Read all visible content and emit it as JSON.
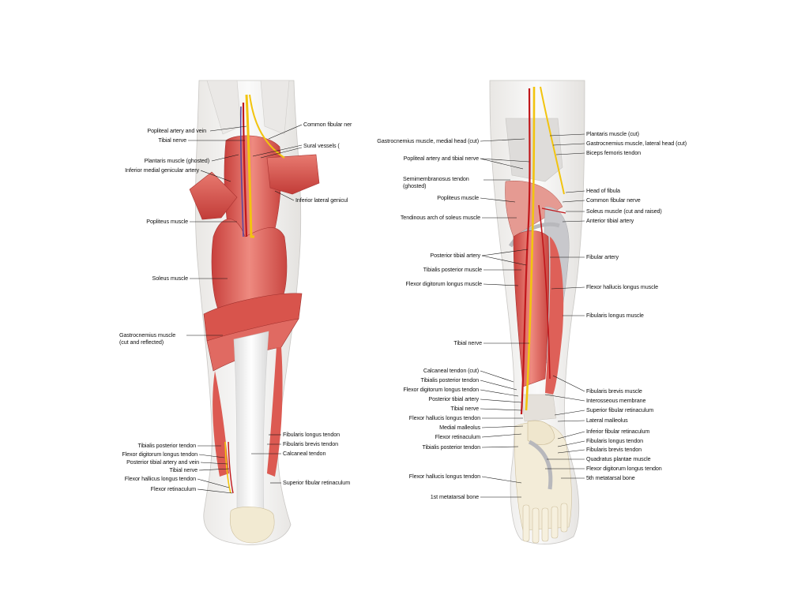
{
  "left_panel": {
    "labels_left": [
      "Popliteal artery and vein",
      "Tibial nerve",
      "Plantaris muscle (ghosted)",
      "Inferior medial genicular artery",
      "Popliteus muscle",
      "Soleus muscle",
      "Gastrocnemius muscle",
      "(cut and reflected)",
      "Tibialis posterior tendon",
      "Flexor digitorum longus tendon",
      "Posterior tibial artery and vein",
      "Tibial nerve",
      "Flexor hallicus longus tendon",
      "Flexor retinaculum"
    ],
    "labels_right": [
      "Common fibular ner",
      "Sural vessels (",
      "Inferior lateral genicul",
      "Fibularis longus tendon",
      "Fibularis brevis tendon",
      "Calcaneal tendon",
      "Superior fibular retinaculum"
    ]
  },
  "right_panel": {
    "labels_left": [
      "Gastrocnemius muscle, medial head (cut)",
      "Popliteal artery and tibial nerve",
      "Semimembranosus tendon",
      "(ghosted)",
      "Popliteus muscle",
      "Tendinous arch of soleus muscle",
      "Posterior tibial artery",
      "Tibialis posterior muscle",
      "Flexor digitorum longus muscle",
      "Tibial nerve",
      "Calcaneal tendon (cut)",
      "Tibialis posterior tendon",
      "Flexor digitorum longus tendon",
      "Posterior tibial artery",
      "Tibial nerve",
      "Flexor hallucis longus tendon",
      "Medial malleolus",
      "Flexor retinaculum",
      "Tibialis posterior tendon",
      "Flexor hallucis longus tendon",
      "1st metatarsal bone"
    ],
    "labels_right": [
      "Plantaris muscle (cut)",
      "Gastrocnemius muscle, lateral head (cut)",
      "Biceps femoris tendon",
      "Head of fibula",
      "Common fibular nerve",
      "Soleus muscle (cut and raised)",
      "Anterior tibial artery",
      "Fibular artery",
      "Flexor hallucis longus muscle",
      "Fibularis longus muscle",
      "Fibularis brevis muscle",
      "Interosseous membrane",
      "Superior fibular retinaculum",
      "Lateral malleolus",
      "Inferior fibular retinaculum",
      "Fibularis longus tendon",
      "Fibularis brevis tendon",
      "Quadratus plantae muscle",
      "Flexor digitorum longus tendon",
      "5th metatarsal bone"
    ]
  },
  "colors": {
    "muscle": "#d9534f",
    "muscle_light": "#ef8f86",
    "tendon": "#eeeeee",
    "nerve": "#f2c40f",
    "artery": "#c0171b",
    "vein": "#5a4aa0",
    "bone": "#f4ecd6"
  }
}
